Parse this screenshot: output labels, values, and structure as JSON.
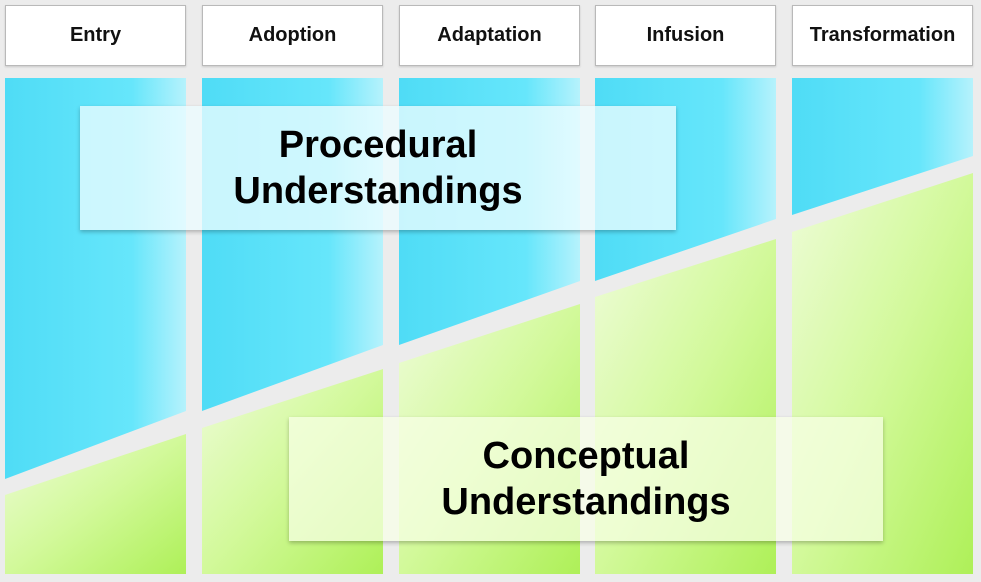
{
  "stages": [
    "Entry",
    "Adoption",
    "Adaptation",
    "Infusion",
    "Transformation"
  ],
  "procedural": {
    "line1": "Procedural",
    "line2": "Understandings"
  },
  "conceptual": {
    "line1": "Conceptual",
    "line2": "Understandings"
  },
  "colors": {
    "procedural_fill": "#5fe3fa",
    "conceptual_fill": "#c9f58a",
    "background": "#ececec"
  }
}
